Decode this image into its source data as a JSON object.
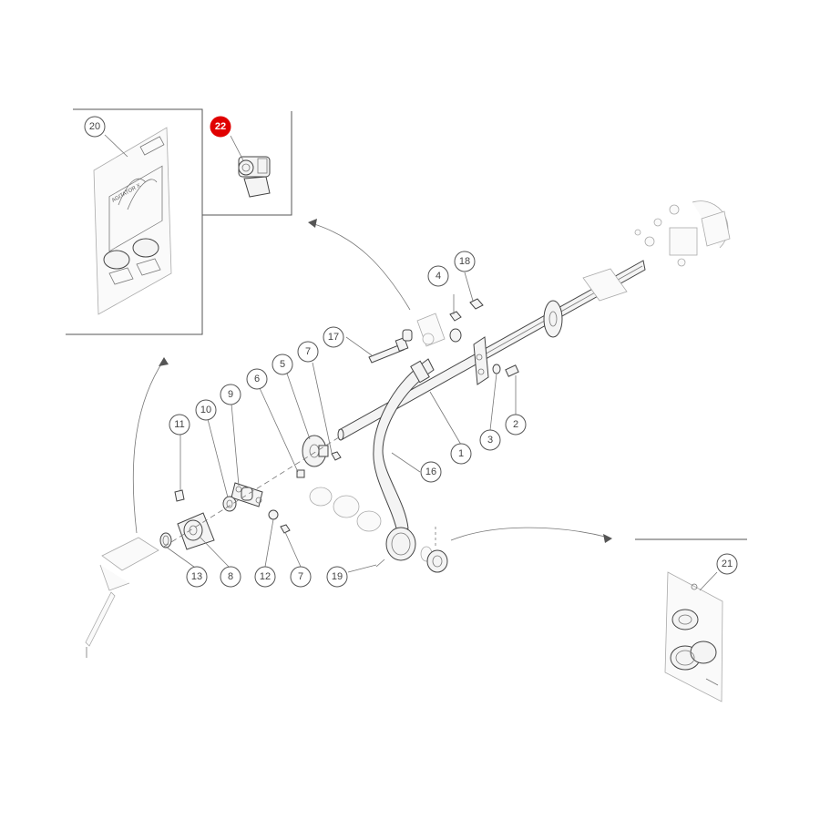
{
  "diagram": {
    "highlight_color": "#e00000",
    "callouts": [
      {
        "label": "1"
      },
      {
        "label": "2"
      },
      {
        "label": "3"
      },
      {
        "label": "4"
      },
      {
        "label": "5"
      },
      {
        "label": "6"
      },
      {
        "label": "7"
      },
      {
        "label": "7"
      },
      {
        "label": "8"
      },
      {
        "label": "9"
      },
      {
        "label": "10"
      },
      {
        "label": "11"
      },
      {
        "label": "12"
      },
      {
        "label": "13"
      },
      {
        "label": "16"
      },
      {
        "label": "17"
      },
      {
        "label": "18"
      },
      {
        "label": "19"
      },
      {
        "label": "20"
      },
      {
        "label": "21"
      },
      {
        "label": "22",
        "highlighted": true
      }
    ],
    "inset_20": {
      "booklet_title": "AGITATOR X"
    }
  }
}
